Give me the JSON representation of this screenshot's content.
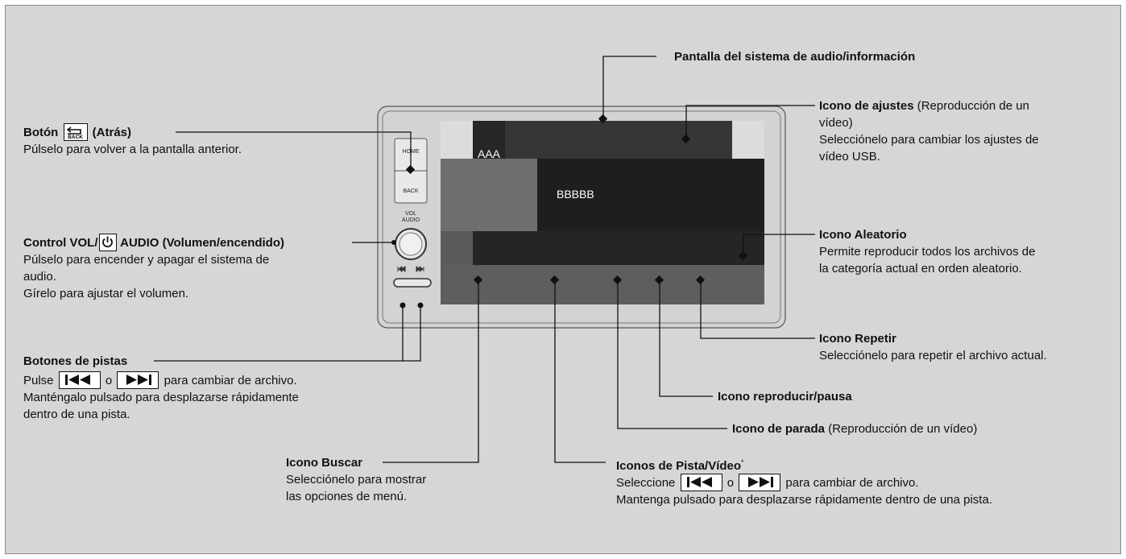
{
  "labels": {
    "screen": "Pantalla del sistema de audio/información",
    "settings_title": "Icono de ajustes",
    "settings_paren": " (Reproducción de un",
    "settings_paren2": "vídeo)",
    "settings_desc1": "Selecciónelo para cambiar los ajustes de",
    "settings_desc2": "vídeo USB.",
    "back_title_pre": "Botón",
    "back_title_post": "(Atrás)",
    "back_desc": "Púlselo para volver a la pantalla anterior.",
    "vol_title_pre": "Control VOL/",
    "vol_title_post": " AUDIO (Volumen/encendido)",
    "vol_desc1": "Púlselo para encender y apagar el sistema de",
    "vol_desc2": "audio.",
    "vol_desc3": "Gírelo para ajustar el volumen.",
    "random_title": "Icono Aleatorio",
    "random_desc1": "Permite reproducir todos los archivos de",
    "random_desc2": "la categoría actual en orden aleatorio.",
    "repeat_title": "Icono Repetir",
    "repeat_desc": "Selecciónelo para repetir el archivo actual.",
    "tracks_title": "Botones de pistas",
    "tracks_pre": "Pulse",
    "tracks_o": "o",
    "tracks_post": "para cambiar de archivo.",
    "tracks_desc2": "Manténgalo pulsado para desplazarse rápidamente",
    "tracks_desc3": "dentro de una pista.",
    "play_title": "Icono reproducir/pausa",
    "stop_title": "Icono de parada",
    "stop_paren": " (Reproducción de un vídeo)",
    "search_title": "Icono Buscar",
    "search_desc1": "Selecciónelo para mostrar",
    "search_desc2": "las opciones de menú.",
    "trackvideo_title": "Iconos de Pista/Vídeo",
    "trackvideo_ast": "*",
    "trackvideo_pre": "Seleccione",
    "trackvideo_o": "o",
    "trackvideo_post": "para cambiar de archivo.",
    "trackvideo_desc2": "Mantenga pulsado para desplazarse rápidamente dentro de una pista."
  },
  "device": {
    "screen_text_top": "AAA",
    "screen_text_main": "BBBBB",
    "home_label": "HOME",
    "back_label": "BACK",
    "vol_label": "VOL",
    "audio_label": "AUDIO",
    "back_key_label": "BACK"
  },
  "icons": {
    "back": "back-arrow-icon",
    "power": "power-icon",
    "prev": "skip-previous-icon",
    "next": "skip-next-icon"
  }
}
